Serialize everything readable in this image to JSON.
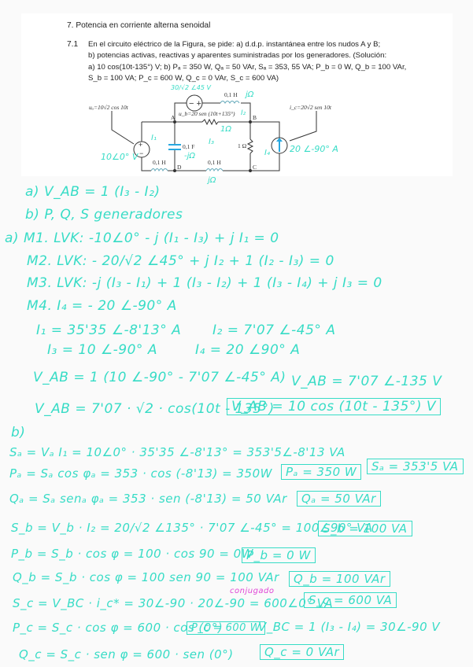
{
  "document": {
    "section_title": "7. Potencia en corriente alterna senoidal",
    "problem_number": "7.1",
    "problem_lines": [
      "En el circuito eléctrico de la Figura, se pide: a) d.d.p. instantánea entre los nudos A y B;",
      "b) potencias activas, reactivas y aparentes suministradas por los generadores. (Solución:",
      "a) 10 cos(10t-135°) V; b) Pₐ = 350 W, Qₐ = 50 VAr, Sₐ = 353, 55 VA; P_b = 0 W, Q_b = 100 VAr,",
      "S_b = 100 VA; P_c = 600 W, Q_c = 0 VAr, S_c = 600 VA)"
    ]
  },
  "circuit": {
    "source_a_label": "uₐ=10√2 cos 10t",
    "source_b_label": "u_b=20 sen (10t+135°)",
    "source_c_label": "i_c=20√2 sen 10t",
    "inductor_top": "0,1 H",
    "inductor_bottom_left": "0,1 H",
    "inductor_bottom_mid": "0,1 H",
    "capacitor": "0,1 F",
    "resistor_right": "1 Ω",
    "nodes": [
      "A",
      "B",
      "C",
      "D"
    ],
    "annotations": {
      "source_b_phasor": "20/√2 ∠45 V",
      "inductor_top_impedance": "jΩ",
      "resistor_top": "1Ω",
      "mesh_1": "I₁",
      "mesh_2": "I₂",
      "mesh_3": "I₃",
      "mesh_4": "I₄",
      "capacitor_impedance": "-jΩ",
      "inductor_bottom_impedance": "jΩ",
      "source_a_phasor": "10∠0° V",
      "source_c_phasor": "20∠-90° A"
    }
  },
  "notes": {
    "a_header": "a) V_AB = 1 (I₃ - I₂)",
    "b_header": "b) P, Q, S generadores",
    "m1": "a) M1. LVK: -10∠0° - j (I₁ - I₃) + j I₁ = 0",
    "m2": "M2. LVK: - 20/√2 ∠45° + j I₂ + 1 (I₂ - I₃) = 0",
    "m3": "M3. LVK: -j (I₃ - I₁) + 1 (I₃ - I₂) + 1 (I₃ - I₄) + j I₃ = 0",
    "m4": "M4.    I₄ = - 20 ∠-90° A",
    "i1": "I₁ = 35'35 ∠-8'13° A",
    "i2": "I₂ = 7'07 ∠-45° A",
    "i3": "I₃ = 10 ∠-90° A",
    "i4": "I₄ = 20 ∠90° A",
    "vab_calc": "V_AB = 1 (10 ∠-90° - 7'07 ∠-45° A)",
    "vab_phasor": "V_AB = 7'07 ∠-135 V",
    "vab_time": "V_AB = 7'07 · √2 · cos(10t - 135°)",
    "vab_result": "V_AB = 10 cos (10t - 135°) V",
    "b_label": "b)",
    "sa": "Sₐ = Vₐ I₁ = 10∠0° · 35'35 ∠-8'13° = 353'5∠-8'13 VA",
    "pa": "Pₐ = Sₐ cos φₐ = 353 · cos (-8'13) = 350W",
    "pa_result": "Pₐ = 350 W",
    "sa_result": "Sₐ = 353'5 VA",
    "qa": "Qₐ = Sₐ senₐ φₐ = 353 · sen (-8'13) = 50 VAr",
    "qa_result": "Qₐ = 50 VAr",
    "sb": "S_b = V_b · I₂ = 20/√2 ∠135° · 7'07 ∠-45° = 100∠90° VA",
    "sb_result": "S_b = 100 VA",
    "pb": "P_b = S_b · cos φ = 100 · cos 90 = 0W",
    "pb_result": "P_b = 0 W",
    "qb": "Q_b = S_b · cos φ = 100 sen 90 = 100 VAr",
    "qb_result": "Q_b = 100 VAr",
    "sc": "S_c = V_BC · i_c* = 30∠-90 · 20∠-90 = 600∠0° VA",
    "sc_note": "conjugado",
    "sc_result": "S_c = 600 VA",
    "pc": "P_c = S_c · cos φ = 600 · cos (0°)",
    "pc_result": "P_c = 600 W",
    "vbc": "V_BC = 1 (I₃ - I₄) = 30∠-90 V",
    "qc": "Q_c = S_c · sen φ = 600 · sen (0°)",
    "qc_result": "Q_c = 0 VAr"
  }
}
